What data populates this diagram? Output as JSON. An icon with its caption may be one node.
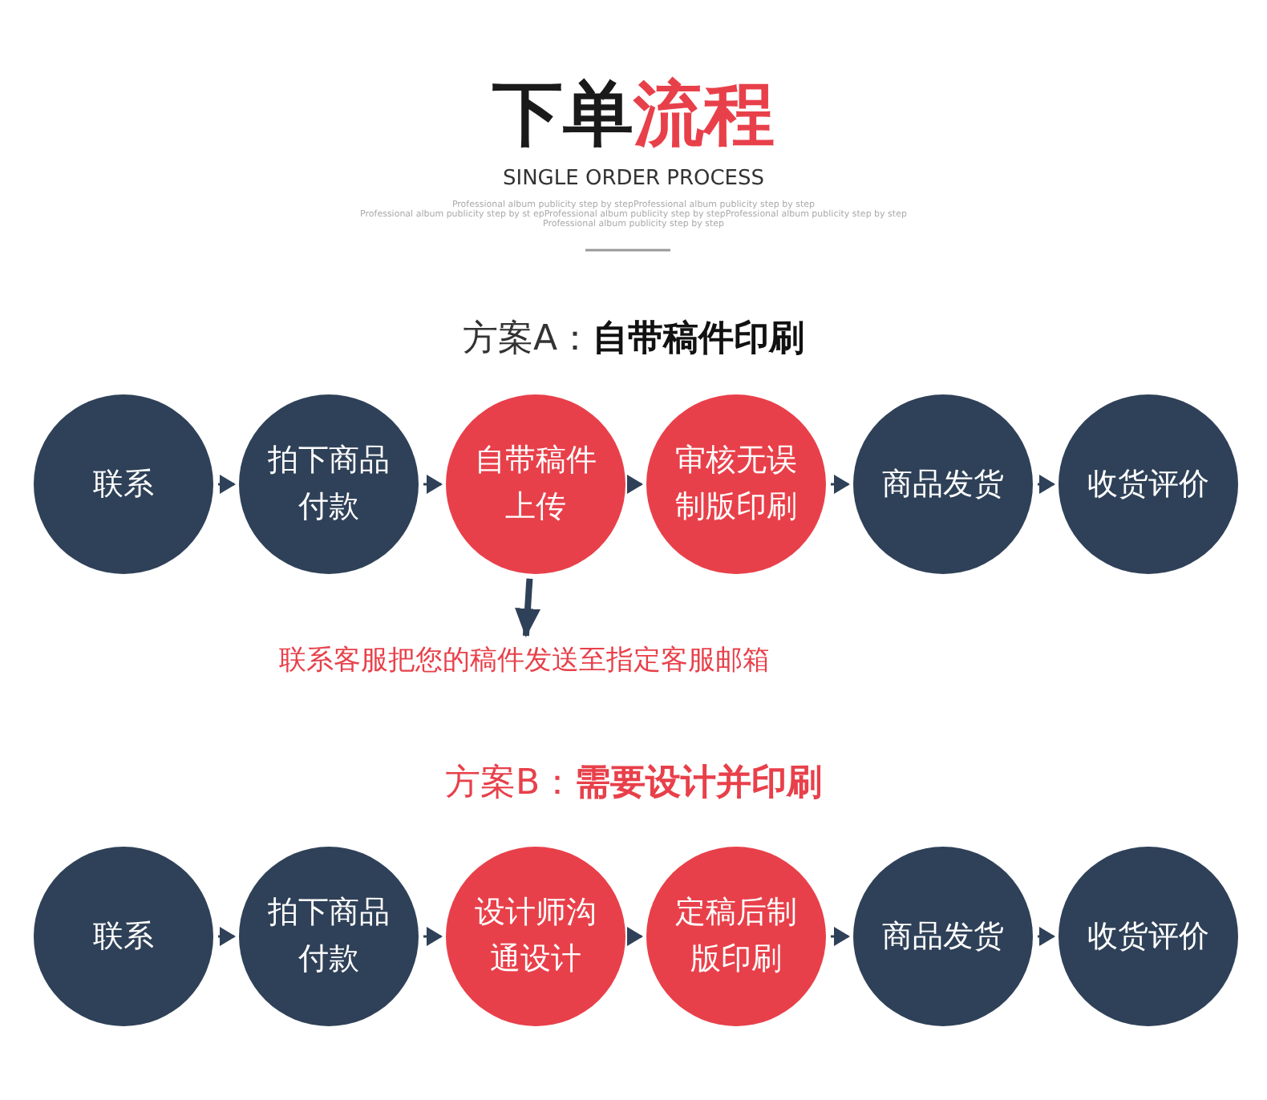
{
  "diagram": {
    "title": "下单流程",
    "nodes": [
      {
        "text": [
          "联系"
        ]
      },
      {
        "text": [
          "拍下商品付款"
        ]
      },
      {
        "text": [
          "自带稿件上传"
        ]
      },
      {
        "text": [
          "审核无误制版印刷"
        ]
      },
      {
        "text": [
          "商品发货"
        ]
      },
      {
        "text": [
          "收货评价"
        ]
      },
      {
        "text": [
          "联系客服把您的稿件发送至指定客服邮箱"
        ]
      },
      {
        "text": [
          "联系"
        ]
      },
      {
        "text": [
          "拍下商品付款"
        ]
      },
      {
        "text": [
          "设计师沟通设计"
        ]
      },
      {
        "text": [
          "定稿后制版印刷"
        ]
      },
      {
        "text": [
          "商品发货"
        ]
      },
      {
        "text": [
          "收货评价"
        ]
      }
    ],
    "edges": [
      {
        "from": 0,
        "to": 1,
        "arrow": "to"
      },
      {
        "from": 1,
        "to": 2,
        "arrow": "to"
      },
      {
        "from": 2,
        "to": 3,
        "arrow": "to"
      },
      {
        "from": 3,
        "to": 4,
        "arrow": "to"
      },
      {
        "from": 4,
        "to": 5,
        "arrow": "to"
      },
      {
        "from": 2,
        "to": 6,
        "arrow": "to",
        "style": "thick"
      },
      {
        "from": 7,
        "to": 8,
        "arrow": "to"
      },
      {
        "from": 8,
        "to": 9,
        "arrow": "to"
      },
      {
        "from": 9,
        "to": 10,
        "arrow": "to"
      },
      {
        "from": 10,
        "to": 11,
        "arrow": "to"
      },
      {
        "from": 11,
        "to": 12,
        "arrow": "to"
      }
    ],
    "labels": [
      "SINGLE ORDER PROCESS",
      "Professional album publicity step by stepProfessional album publicity step by step",
      "Professional album publicity step by st epProfessional album publicity step by stepProfessional album publicity step by step",
      "Professional album publicity step by step",
      "方案A：**自带稿件印刷**",
      "方案B：**需要设计并印刷**"
    ]
  }
}
